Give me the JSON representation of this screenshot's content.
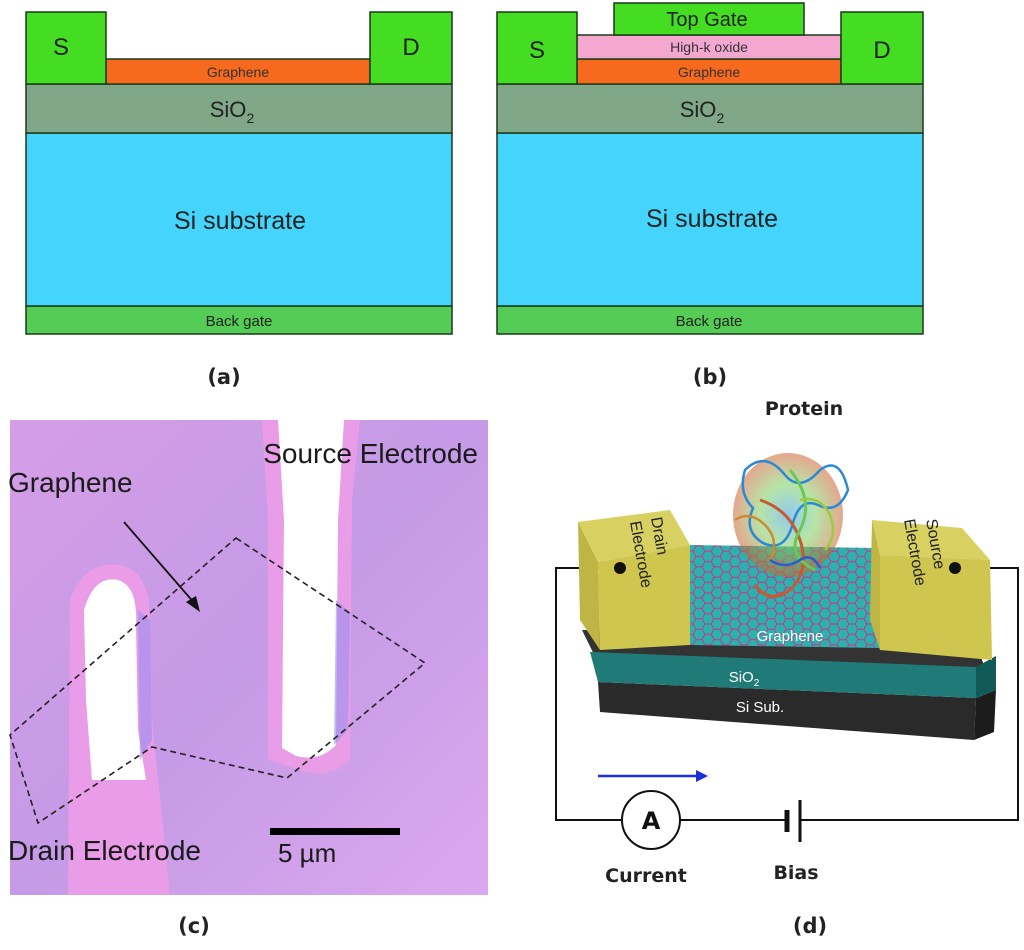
{
  "panel_a": {
    "caption": "(a)",
    "source": "S",
    "drain": "D",
    "graphene": "Graphene",
    "oxide_main": "SiO",
    "oxide_sub": "2",
    "substrate": "Si substrate",
    "back_gate": "Back gate"
  },
  "panel_b": {
    "caption": "(b)",
    "source": "S",
    "drain": "D",
    "top_gate": "Top Gate",
    "high_k": "High-k oxide",
    "graphene": "Graphene",
    "oxide_main": "SiO",
    "oxide_sub": "2",
    "substrate": "Si substrate",
    "back_gate": "Back gate"
  },
  "panel_c": {
    "caption": "(c)",
    "source_label": "Source Electrode",
    "graphene_label": "Graphene",
    "drain_label": "Drain Electrode",
    "scale_label": "5 µm"
  },
  "panel_d": {
    "caption": "(d)",
    "protein": "Protein",
    "drain": [
      "Drain",
      "Electrode"
    ],
    "source": [
      "Source",
      "Electrode"
    ],
    "graphene": "Graphene",
    "oxide_main": "SiO",
    "oxide_sub": "2",
    "substrate": "Si Sub.",
    "ammeter": "A",
    "current": "Current",
    "bias": "Bias"
  },
  "colors": {
    "contact_green": "#44dd22",
    "graphene_orange": "#f7691c",
    "sio2_gray": "#80a888",
    "si_blue": "#44d4fc",
    "back_gate_green": "#55cc55",
    "high_k_pink": "#f4a8d0",
    "micro_pink": "#e8a0e8",
    "electrode_yellow": "#cfc650",
    "teal": "#1f9e9a",
    "arrow_blue": "#1a2ee0"
  }
}
